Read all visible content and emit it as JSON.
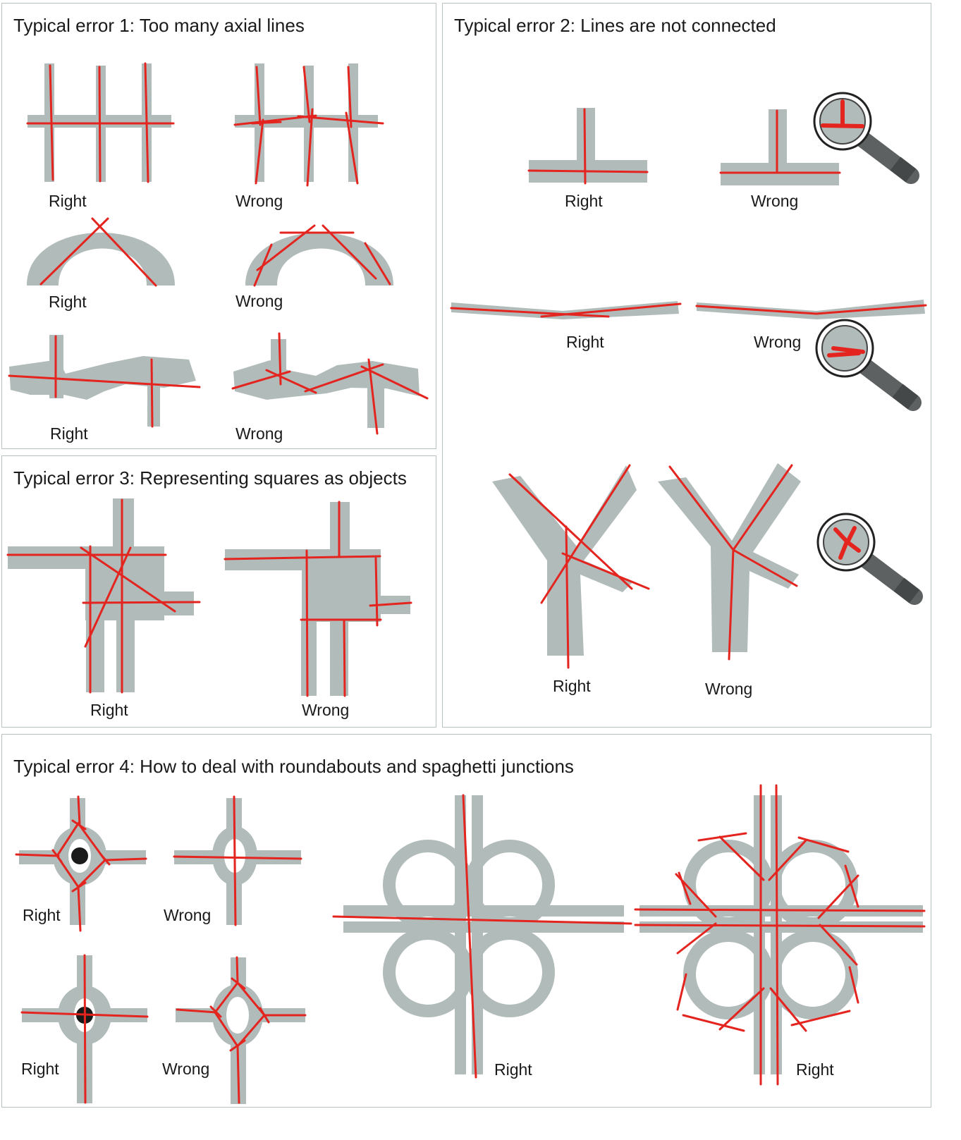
{
  "panels": {
    "p1": {
      "title": "Typical error 1: Too many axial lines",
      "labels": [
        "Right",
        "Wrong",
        "Right",
        "Wrong",
        "Right",
        "Wrong"
      ]
    },
    "p2": {
      "title": "Typical error 2: Lines are not connected",
      "labels": [
        "Right",
        "Wrong",
        "Right",
        "Wrong",
        "Right",
        "Wrong"
      ]
    },
    "p3": {
      "title": "Typical error 3: Representing squares as objects",
      "labels": [
        "Right",
        "Wrong"
      ]
    },
    "p4": {
      "title": "Typical error 4: How to deal with roundabouts and spaghetti junctions",
      "labels": [
        "Right",
        "Wrong",
        "Right",
        "Wrong",
        "Right",
        "Right"
      ]
    }
  },
  "icons": [
    "magnifier-icon",
    "roundabout-island-icon"
  ],
  "colors": {
    "road": "#b1bbba",
    "axial_line": "#e3241f",
    "border": "#b9c2c2",
    "magnifier_handle": "#5d6161"
  }
}
